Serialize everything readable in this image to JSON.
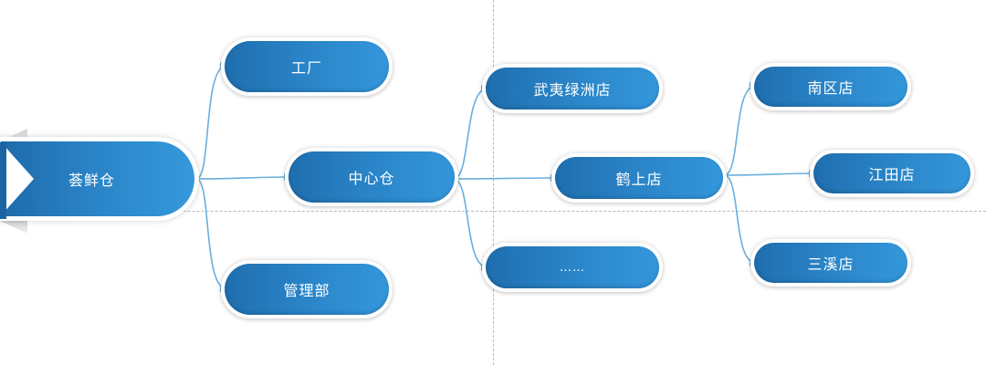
{
  "root": {
    "label": "荟鲜仓"
  },
  "level1": [
    {
      "label": "工厂"
    },
    {
      "label": "中心仓"
    },
    {
      "label": "管理部"
    }
  ],
  "level2": [
    {
      "label": "武夷绿洲店"
    },
    {
      "label": "鹤上店"
    },
    {
      "label": "……"
    }
  ],
  "level3": [
    {
      "label": "南区店"
    },
    {
      "label": "江田店"
    },
    {
      "label": "三溪店"
    }
  ],
  "colors": {
    "node_fill_start": "#1f6eae",
    "node_fill_end": "#3497db",
    "connector": "#6aaedd",
    "guide": "#b9b9b9"
  }
}
